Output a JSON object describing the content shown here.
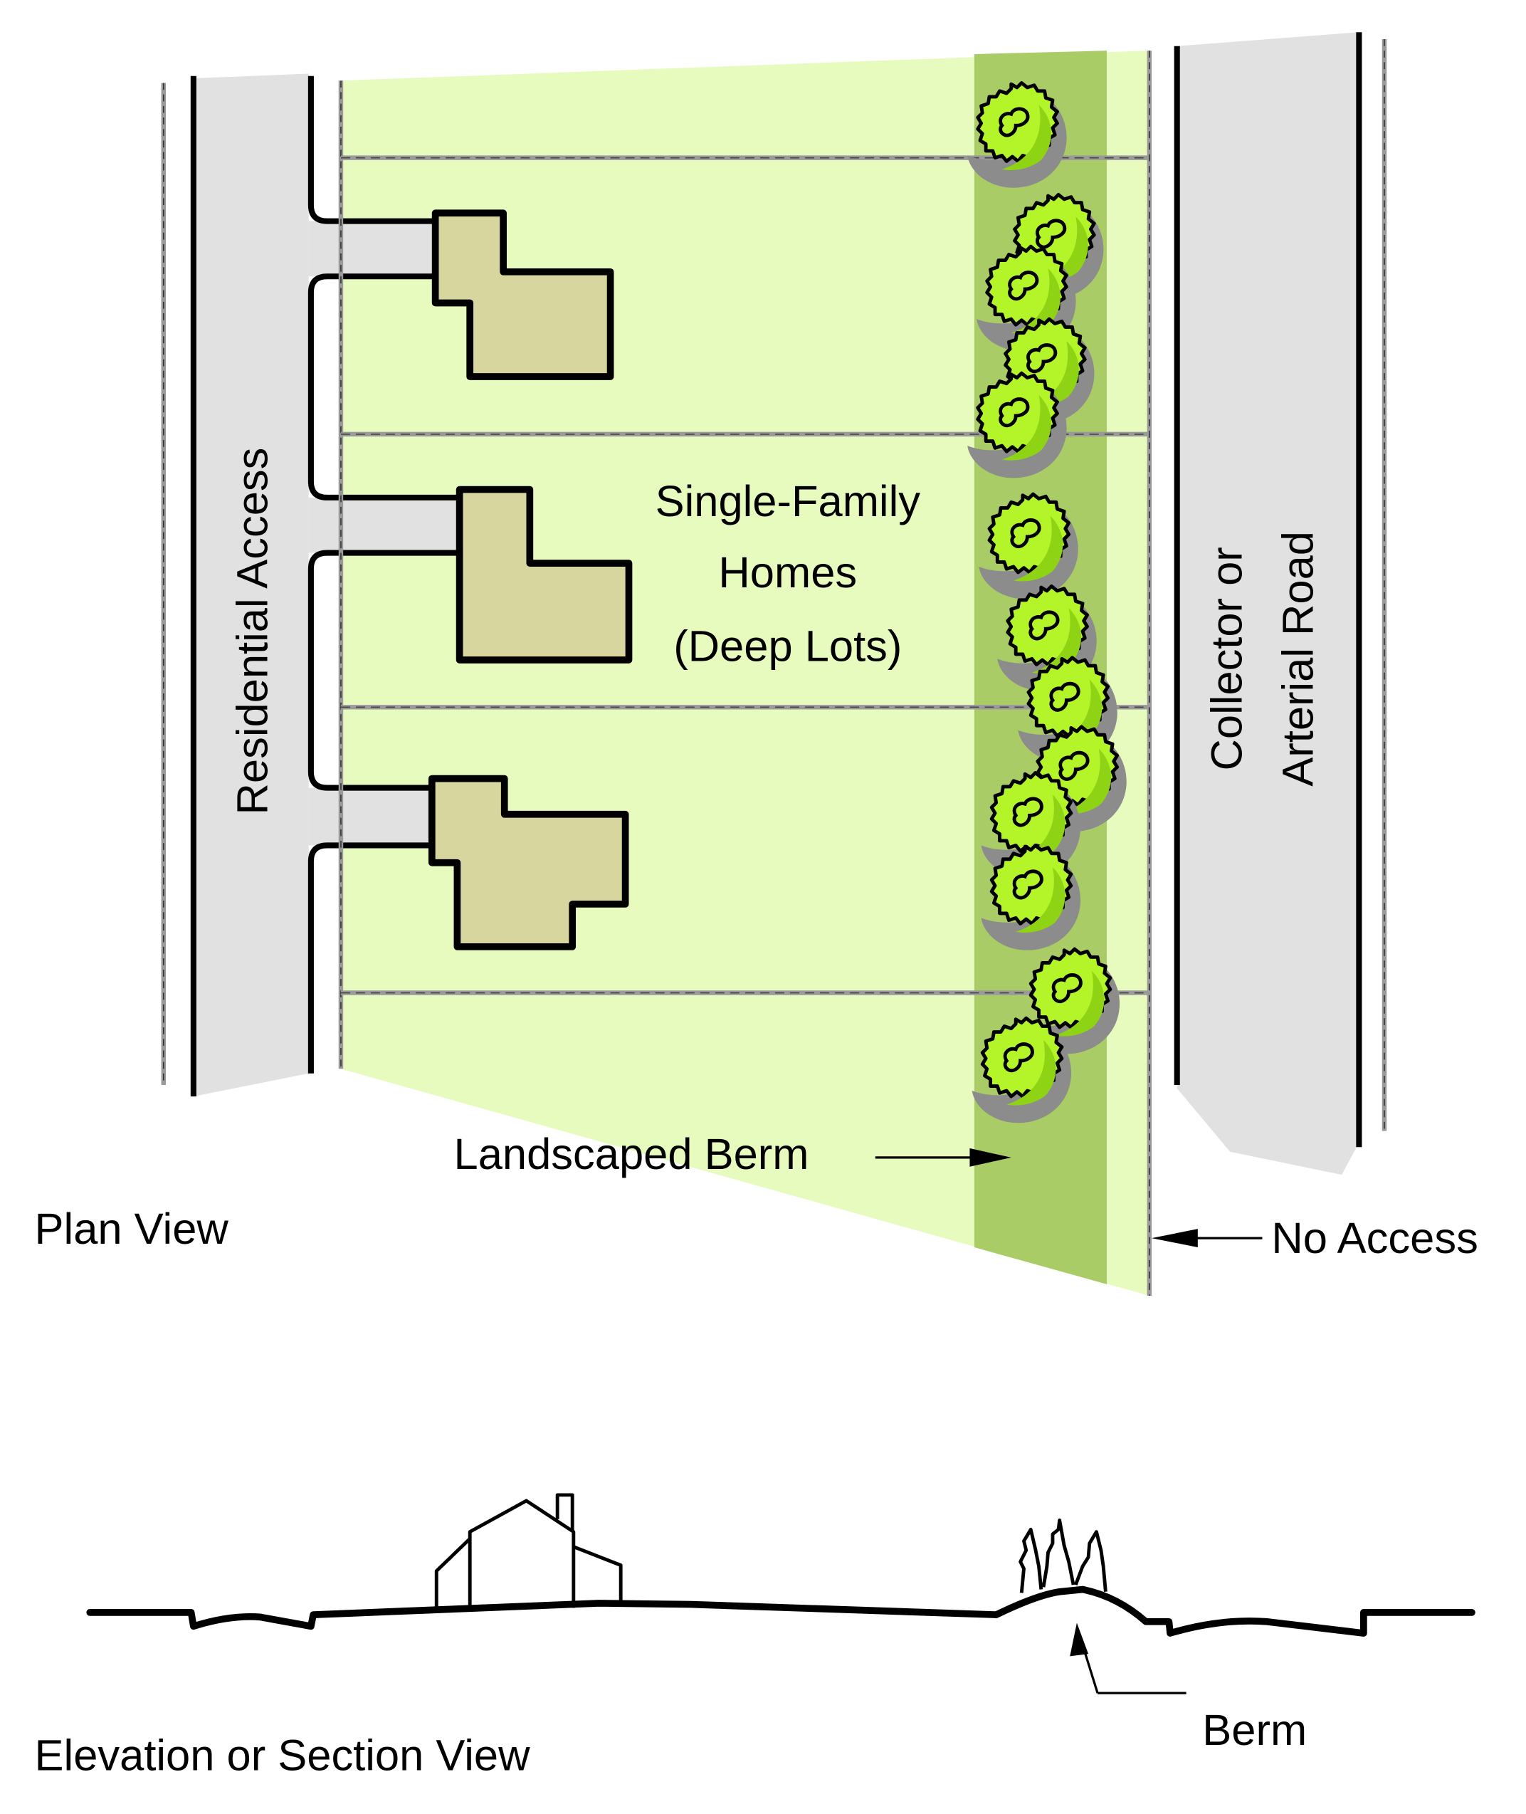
{
  "diagram": {
    "title_plan": "Plan View",
    "title_section": "Elevation or Section View",
    "labels": {
      "residential_access": "Residential Access",
      "collector_line1": "Collector or",
      "collector_line2": "Arterial Road",
      "homes_line1": "Single-Family",
      "homes_line2": "Homes",
      "homes_line3": "(Deep Lots)",
      "landscaped_berm": "Landscaped Berm",
      "no_access": "No Access",
      "berm": "Berm"
    },
    "colors": {
      "road": "#e1e1e1",
      "lot_fill": "#e6fbbd",
      "berm_fill": "#a9cc66",
      "house_fill": "#d8d69f",
      "tree_light": "#b4f52a",
      "tree_mid": "#8fd414",
      "tree_dark": "#6aa80a",
      "tree_shadow": "#8c8c8c"
    },
    "counts": {
      "homes": 3,
      "lots": 4,
      "trees": 13
    }
  }
}
